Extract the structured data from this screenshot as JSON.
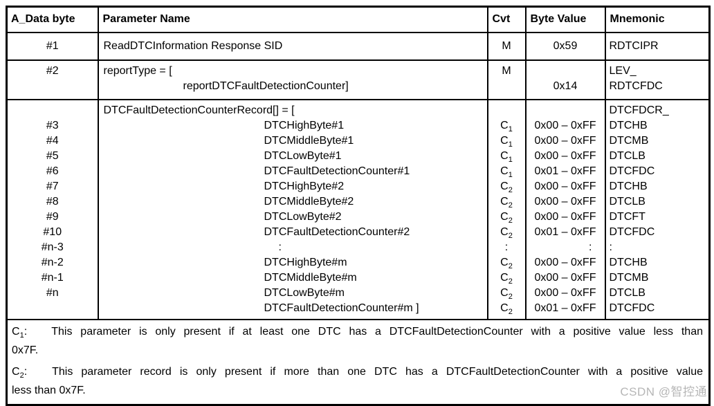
{
  "watermark": "CSDN @智控通",
  "table": {
    "columns": [
      "A_Data byte",
      "Parameter Name",
      "Cvt",
      "Byte Value",
      "Mnemonic"
    ],
    "rows": [
      {
        "name": "row-sid",
        "lines": [
          {
            "byte": "#1",
            "param": "ReadDTCInformation Response SID",
            "indent": 0,
            "cvt": "M",
            "value": "0x59",
            "mnemonic": "RDTCIPR"
          }
        ]
      },
      {
        "name": "row-report-type",
        "lines": [
          {
            "byte": "#2",
            "param": "reportType = [",
            "indent": 0,
            "cvt": "M",
            "value": "",
            "mnemonic": "LEV_"
          },
          {
            "byte": "",
            "param": "reportDTCFaultDetectionCounter]",
            "indent": 1,
            "cvt": "",
            "value": "0x14",
            "mnemonic": "RDTCFDC"
          }
        ]
      },
      {
        "name": "row-record",
        "lines": [
          {
            "byte": "",
            "param": "DTCFaultDetectionCounterRecord[] = [",
            "indent": 0,
            "cvt": "",
            "value": "",
            "mnemonic": "DTCFDCR_"
          },
          {
            "byte": "#3",
            "param": "DTCHighByte#1",
            "indent": 2,
            "cvt": "C1",
            "value": "0x00 – 0xFF",
            "mnemonic": "DTCHB"
          },
          {
            "byte": "#4",
            "param": "DTCMiddleByte#1",
            "indent": 2,
            "cvt": "C1",
            "value": "0x00 – 0xFF",
            "mnemonic": "DTCMB"
          },
          {
            "byte": "#5",
            "param": "DTCLowByte#1",
            "indent": 2,
            "cvt": "C1",
            "value": "0x00 – 0xFF",
            "mnemonic": "DTCLB"
          },
          {
            "byte": "#6",
            "param": "DTCFaultDetectionCounter#1",
            "indent": 2,
            "cvt": "C1",
            "value": "0x01 – 0xFF",
            "mnemonic": "DTCFDC"
          },
          {
            "byte": "#7",
            "param": "DTCHighByte#2",
            "indent": 2,
            "cvt": "C2",
            "value": "0x00 – 0xFF",
            "mnemonic": "DTCHB"
          },
          {
            "byte": "#8",
            "param": "DTCMiddleByte#2",
            "indent": 2,
            "cvt": "C2",
            "value": "0x00 – 0xFF",
            "mnemonic": "DTCLB"
          },
          {
            "byte": "#9",
            "param": "DTCLowByte#2",
            "indent": 2,
            "cvt": "C2",
            "value": "0x00 – 0xFF",
            "mnemonic": "DTCFT"
          },
          {
            "byte": "#10",
            "param": "DTCFaultDetectionCounter#2",
            "indent": 2,
            "cvt": "C2",
            "value": "0x01 – 0xFF",
            "mnemonic": "DTCFDC"
          },
          {
            "byte": "#n-3",
            "param": ":",
            "indent": 3,
            "cvt": ":",
            "value": ":",
            "mnemonic": ":"
          },
          {
            "byte": "#n-2",
            "param": "DTCHighByte#m",
            "indent": 2,
            "cvt": "C2",
            "value": "0x00 – 0xFF",
            "mnemonic": "DTCHB"
          },
          {
            "byte": "#n-1",
            "param": "DTCMiddleByte#m",
            "indent": 2,
            "cvt": "C2",
            "value": "0x00 – 0xFF",
            "mnemonic": "DTCMB"
          },
          {
            "byte": "#n",
            "param": "DTCLowByte#m",
            "indent": 2,
            "cvt": "C2",
            "value": "0x00 – 0xFF",
            "mnemonic": "DTCLB"
          },
          {
            "byte": "",
            "param": "DTCFaultDetectionCounter#m ]",
            "indent": 2,
            "cvt": "C2",
            "value": "0x01 – 0xFF",
            "mnemonic": "DTCFDC"
          }
        ]
      }
    ],
    "notes": [
      {
        "label": "C1",
        "lines": [
          "This parameter is only present if at least one DTC has a DTCFaultDetectionCounter with a positive value less than",
          "0x7F."
        ]
      },
      {
        "label": "C2",
        "lines": [
          "This parameter record is only present if more than one DTC has a DTCFaultDetectionCounter with a positive value",
          "less than 0x7F."
        ]
      }
    ]
  }
}
